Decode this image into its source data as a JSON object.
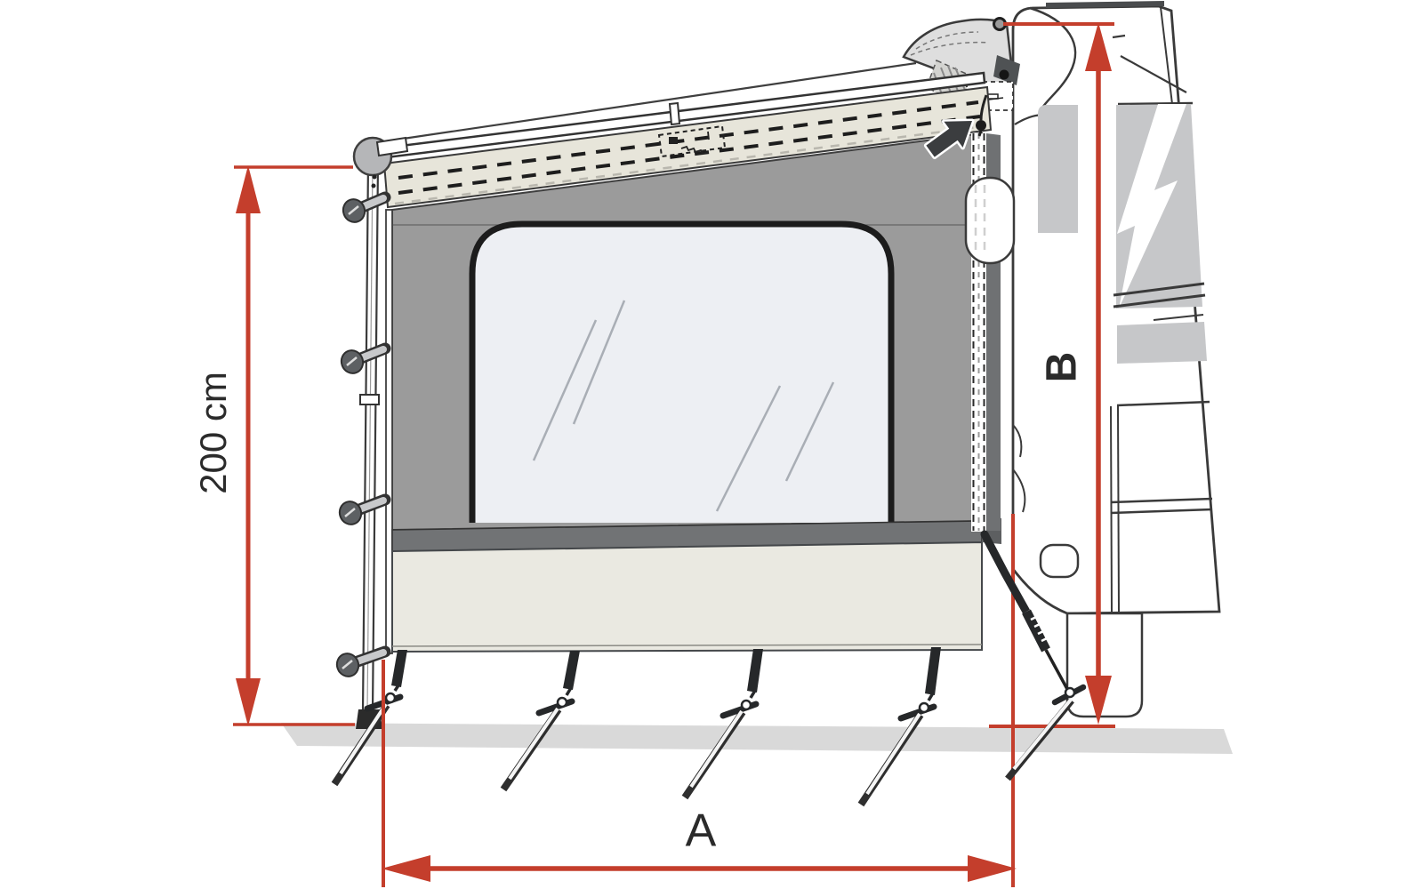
{
  "dimensions": {
    "pole_height": {
      "label": "200 cm"
    },
    "width": {
      "label": "A"
    },
    "wall_height": {
      "label": "B"
    }
  },
  "icons": {
    "attachment_arrow": "arrow-up-right-icon"
  },
  "colors": {
    "dimension_red": "#c43e2c",
    "outline": "#3a3a3a",
    "label_text": "#2b2b2b",
    "panel_gray": "#9b9b9b",
    "panel_band": "#717375",
    "valance": "#e7e5da",
    "skirt": "#eae9e1",
    "panel_window": "#edeff3",
    "vehicle_window": "#c6c7c9",
    "ground_shadow": "#d9d9d9",
    "awning_case": "#dedede",
    "hardware_gray": "#b5b6b8",
    "strap_black": "#26282a",
    "zipper_shadow": "#6f7173"
  }
}
